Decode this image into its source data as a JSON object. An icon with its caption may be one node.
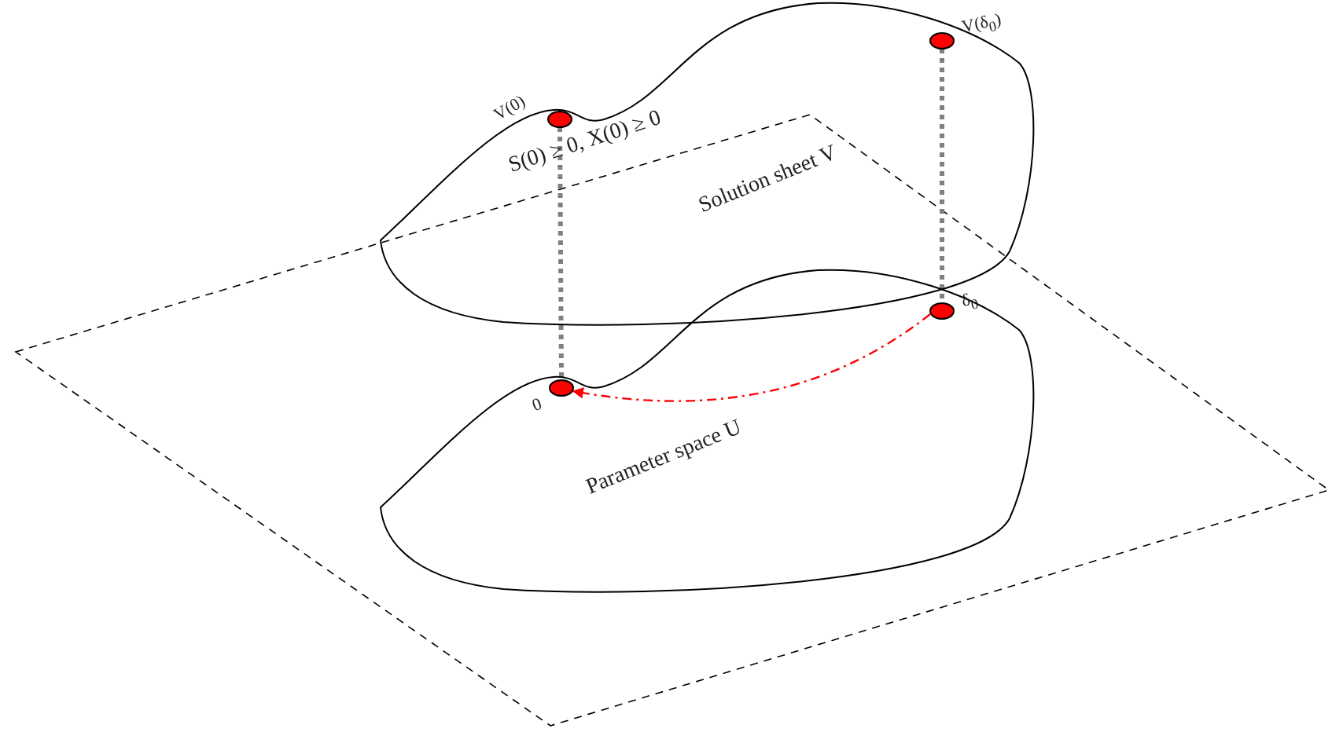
{
  "diagram": {
    "nodes": [
      {
        "text": [
          "Solution sheet V"
        ]
      },
      {
        "text": [
          "V(0)"
        ],
        "beside": [
          "S(0) ≥ 0, X(0) ≥ 0"
        ],
        "in": 0
      },
      {
        "text": [
          "V(δ$_{0}$)"
        ],
        "in": 0
      },
      {
        "text": [
          "Parameter space U"
        ]
      },
      {
        "text": [
          "0"
        ],
        "in": 3
      },
      {
        "text": [
          "δ$_{0}$"
        ],
        "in": 3
      }
    ],
    "edges": [
      {
        "from": 1,
        "to": 4,
        "arrow": "none",
        "style": "dashed"
      },
      {
        "from": 2,
        "to": 5,
        "arrow": "none",
        "style": "dashed"
      },
      {
        "from": 5,
        "to": 4,
        "arrow": "to",
        "style": "dashed",
        "color": "#ff0000"
      }
    ]
  }
}
